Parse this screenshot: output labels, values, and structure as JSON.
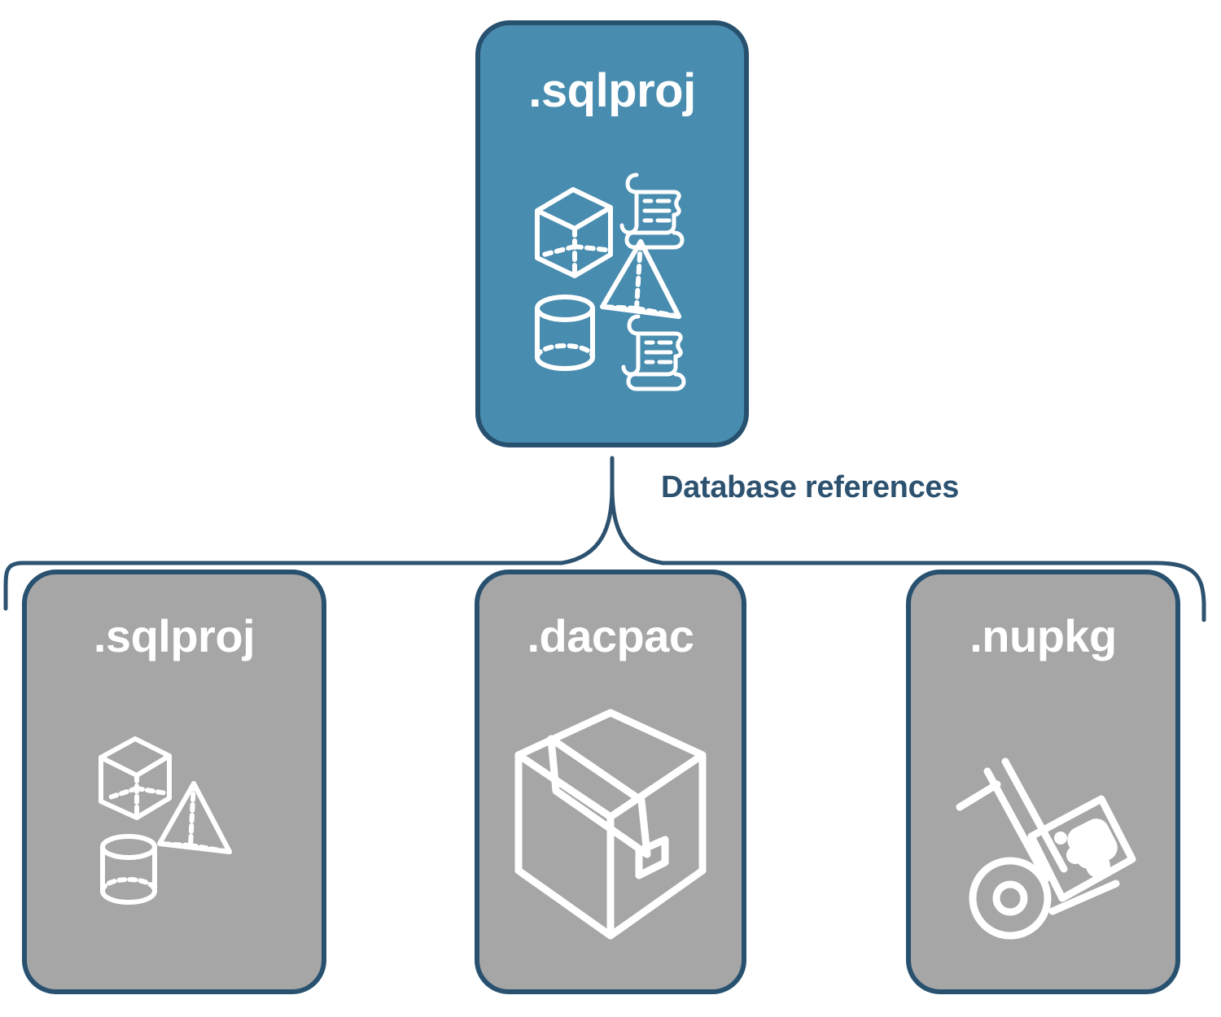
{
  "diagram": {
    "title_text": "Database references",
    "colors": {
      "root_card_fill": "#488CAF",
      "child_card_fill": "#A6A6A6",
      "card_border": "#28516F",
      "label_text": "#2D5270",
      "card_title_text": "#FFFFFF",
      "icon_stroke": "#FFFFFF",
      "background": "#FFFFFF"
    },
    "root": {
      "label": ".sqlproj",
      "icons": [
        "cube-3d-icon",
        "scroll-script-icon",
        "pyramid-3d-icon",
        "cylinder-3d-icon",
        "scroll-script-icon"
      ]
    },
    "connector": {
      "type": "bracket",
      "label": "Database references",
      "from": ".sqlproj",
      "to": [
        ".sqlproj",
        ".dacpac",
        ".nupkg"
      ]
    },
    "children": [
      {
        "label": ".sqlproj",
        "icons": [
          "cube-3d-icon",
          "pyramid-3d-icon",
          "cylinder-3d-icon"
        ]
      },
      {
        "label": ".dacpac",
        "icons": [
          "shipping-box-icon"
        ]
      },
      {
        "label": ".nupkg",
        "icons": [
          "hand-truck-package-icon"
        ]
      }
    ]
  }
}
